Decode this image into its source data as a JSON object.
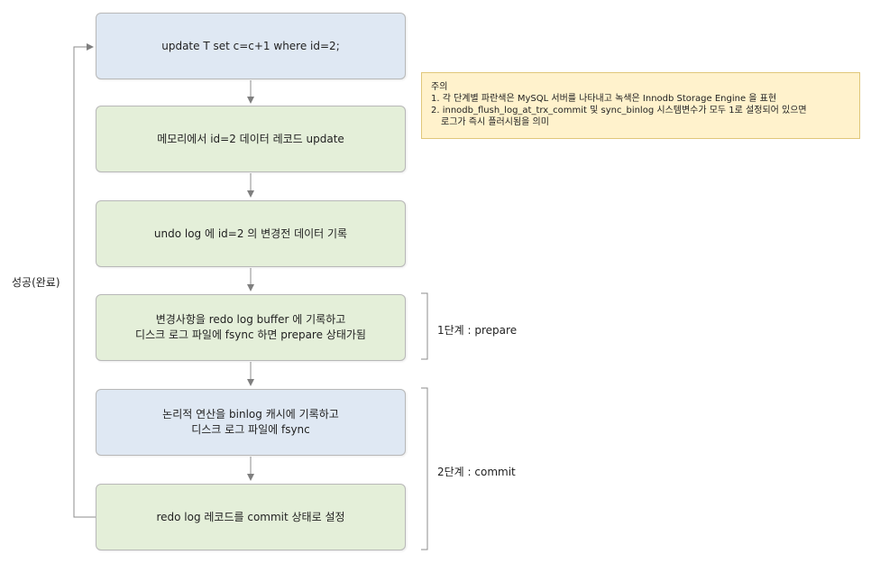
{
  "diagram": {
    "steps": [
      {
        "lines": [
          "update T set c=c+1 where id=2;"
        ],
        "color": "blue"
      },
      {
        "lines": [
          "메모리에서 id=2 데이터 레코드 update"
        ],
        "color": "green"
      },
      {
        "lines": [
          "undo log 에 id=2 의 변경전 데이터 기록"
        ],
        "color": "green"
      },
      {
        "lines": [
          "변경사항을 redo log buffer 에 기록하고",
          "디스크 로그 파일에 fsync 하면 prepare 상태가됨"
        ],
        "color": "green"
      },
      {
        "lines": [
          "논리적 연산을 binlog 캐시에 기록하고",
          "디스크 로그 파일에 fsync"
        ],
        "color": "blue"
      },
      {
        "lines": [
          "redo log 레코드를 commit 상태로 설정"
        ],
        "color": "green"
      }
    ],
    "loop_label": "성공(완료)",
    "phase1_label": "1단계 : prepare",
    "phase2_label": "2단계 : commit",
    "note": {
      "title": "주의",
      "item1": "1. 각 단계별 파란색은 MySQL 서버를 나타내고 녹색은 Innodb Storage Engine 을 표현",
      "item2_line1": "2. innodb_flush_log_at_trx_commit 및 sync_binlog 시스템변수가 모두 1로 설정되어 있으면",
      "item2_line2": "로그가 즉시 플러시됨을 의미"
    },
    "colors": {
      "blue_fill": "#dfe8f3",
      "green_fill": "#e4efd9",
      "note_fill": "#fff2cc",
      "line": "#8c8c8c"
    }
  }
}
